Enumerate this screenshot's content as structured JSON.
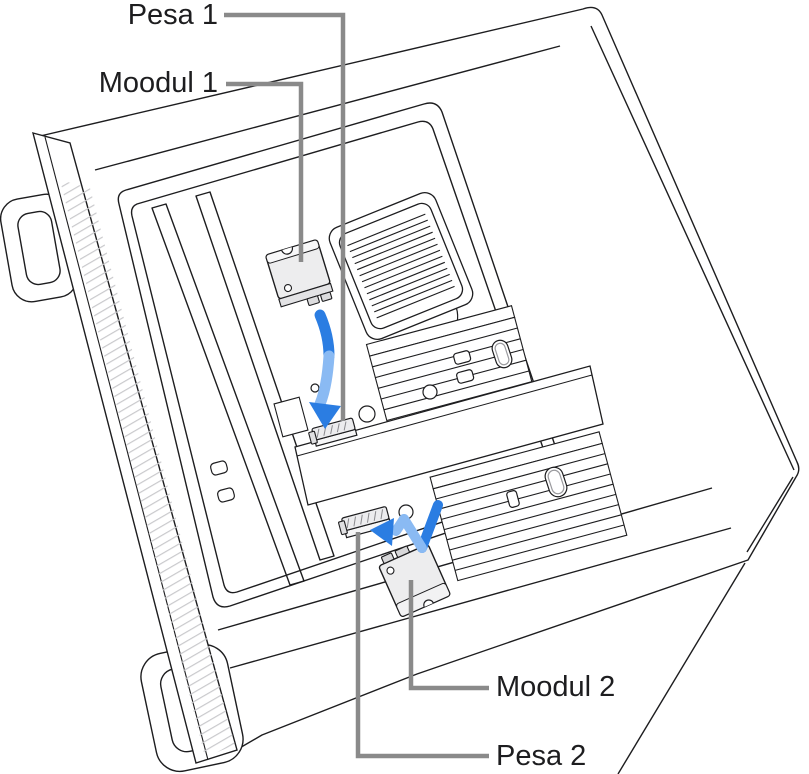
{
  "figure_type": "technical-illustration",
  "callouts": {
    "pesa1": {
      "label": "Pesa 1"
    },
    "moodul1": {
      "label": "Moodul 1"
    },
    "moodul2": {
      "label": "Moodul 2"
    },
    "pesa2": {
      "label": "Pesa 2"
    }
  },
  "colors": {
    "background": "#ffffff",
    "line_art": "#1d1d1f",
    "callout_line": "#8a8a8a",
    "label_text": "#1d1d1f",
    "arrow_blue_dark": "#2b7de2",
    "arrow_blue_light": "#8abaf3",
    "module_fill": "#ededee",
    "connector_fill": "#dcdcde",
    "hatch": "#c9c9cc"
  }
}
